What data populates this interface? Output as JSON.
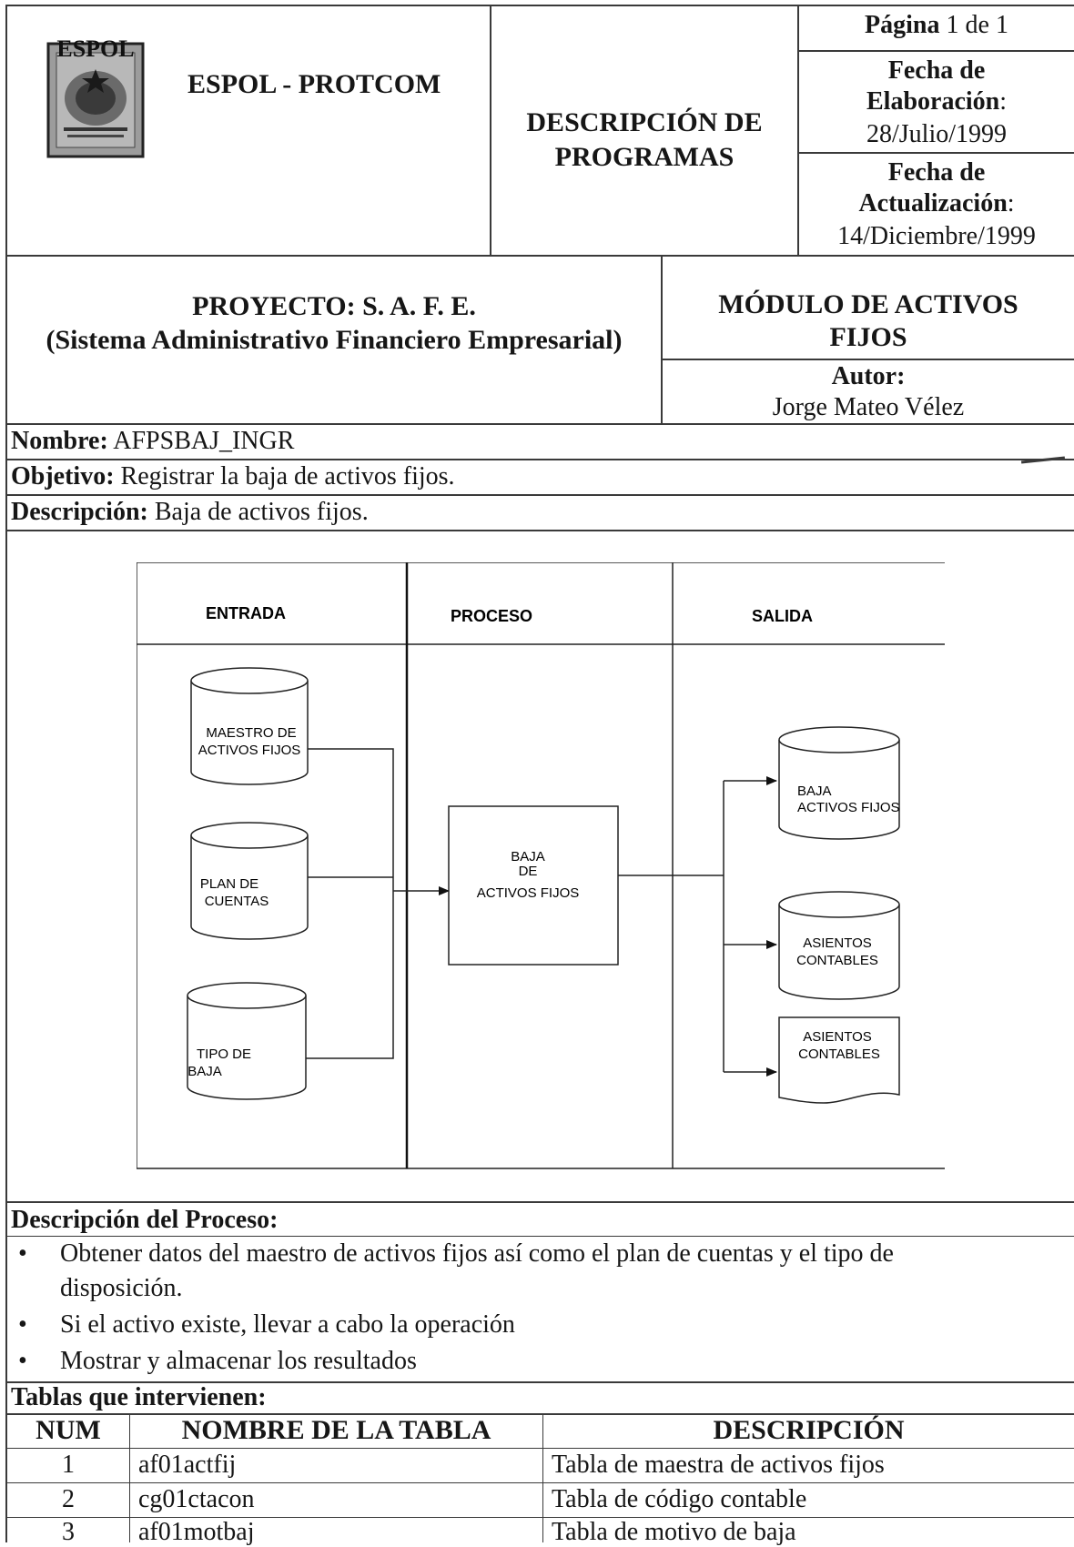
{
  "header": {
    "company": "ESPOL - PROTCOM",
    "doc_title_line1": "DESCRIPCIÓN DE",
    "doc_title_line2": "PROGRAMAS",
    "page_label": "Página",
    "page_text": " 1 de 1",
    "elab_label_line1": "Fecha de",
    "elab_label_line2": "Elaboración",
    "elab_colon": ":",
    "elab_date": "28/Julio/1999",
    "update_label_line1": "Fecha de",
    "update_label_line2": "Actualización",
    "update_colon": ":",
    "update_date": "14/Diciembre/1999",
    "logo_text": "ESPOL"
  },
  "project": {
    "line1": "PROYECTO:  S. A. F. E.",
    "line2": "(Sistema Administrativo Financiero Empresarial)",
    "module_line1": "MÓDULO DE ACTIVOS",
    "module_line2": "FIJOS",
    "author_label": "Autor:",
    "author_name": "Jorge Mateo Vélez"
  },
  "info": {
    "nombre_label": "Nombre:",
    "nombre_value": " AFPSBAJ_INGR",
    "objetivo_label": "Objetivo:",
    "objetivo_value": " Registrar la baja de activos fijos.",
    "descripcion_label": "Descripción:",
    "descripcion_value": " Baja de activos fijos."
  },
  "diagram": {
    "col_entrada": "ENTRADA",
    "col_proceso": "PROCESO",
    "col_salida": "SALIDA",
    "in1_line1": "MAESTRO DE",
    "in1_line2": "ACTIVOS FIJOS",
    "in2_line1": "PLAN DE",
    "in2_line2": "CUENTAS",
    "in3_line1": "TIPO DE",
    "in3_line2": "BAJA",
    "proc_line1": "BAJA",
    "proc_line2": "DE",
    "proc_line3": "ACTIVOS FIJOS",
    "out1_line1": "BAJA",
    "out1_line2": "ACTIVOS FIJOS",
    "out2_line1": "ASIENTOS",
    "out2_line2": "CONTABLES",
    "out3_line1": "ASIENTOS",
    "out3_line2": "CONTABLES"
  },
  "process": {
    "title": "Descripción del Proceso:",
    "bullet1_line1": "Obtener datos del maestro de activos fijos así como el plan de cuentas y el tipo de",
    "bullet1_line2": "disposición.",
    "bullet2": "Si el activo existe, llevar a cabo la operación",
    "bullet3": "Mostrar y almacenar los resultados",
    "bullet_glyph": "•"
  },
  "tables": {
    "title": "Tablas que intervienen:",
    "headers": [
      "NUM",
      "NOMBRE DE LA TABLA",
      "DESCRIPCIÓN"
    ],
    "rows": [
      {
        "num": "1",
        "name": "af01actfij",
        "desc": "Tabla de maestra de activos fijos"
      },
      {
        "num": "2",
        "name": "cg01ctacon",
        "desc": "Tabla de código contable"
      },
      {
        "num": "3",
        "name": "af01motbaj",
        "desc": "Tabla de motivo de baja"
      }
    ]
  }
}
